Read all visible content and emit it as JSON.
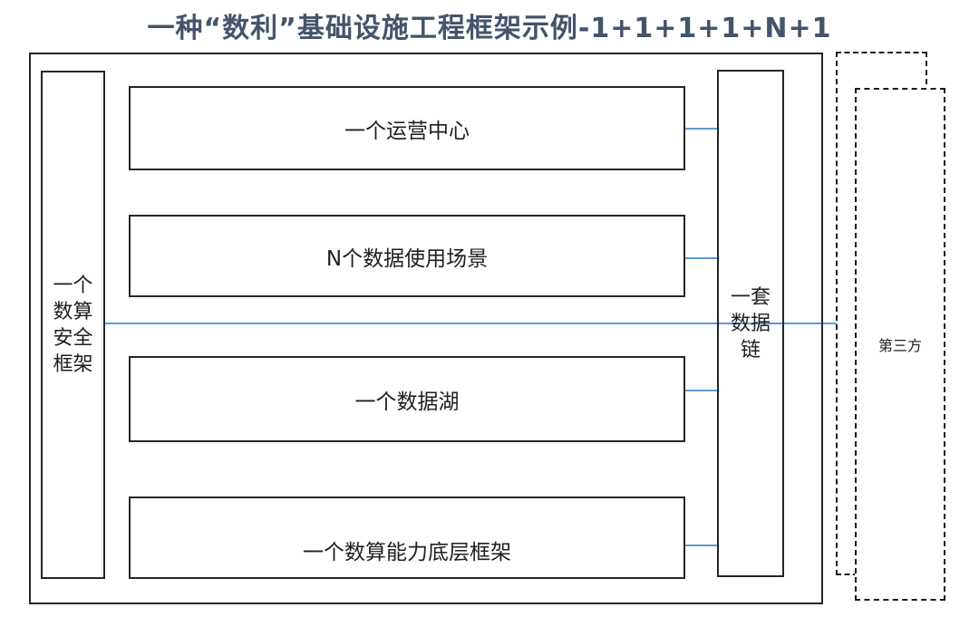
{
  "title": {
    "text": "一种“数利”基础设施工程框架示例-1+1+1+1+N+1"
  },
  "colors": {
    "title_text": "#44546a",
    "box_border": "#262626",
    "box_text": "#1f1f1f",
    "connector_blue": "#5b9bd5",
    "background": "#ffffff"
  },
  "left_panel": {
    "label": "一个\n数算\n安全\n框架"
  },
  "middle_boxes": [
    {
      "label": "一个运营中心"
    },
    {
      "label": "N个数据使用场景"
    },
    {
      "label": "一个数据湖"
    },
    {
      "label": "一个数算能力底层框架"
    }
  ],
  "right_panel": {
    "label": "一套\n数据\n链"
  },
  "third_party": {
    "label": "第三方"
  },
  "links": [
    {
      "from": "一个运营中心",
      "to": "一套数据链"
    },
    {
      "from": "N个数据使用场景",
      "to": "一套数据链"
    },
    {
      "from": "一个数据湖",
      "to": "一套数据链"
    },
    {
      "from": "一个数算能力底层框架",
      "to": "一套数据链"
    },
    {
      "from": "一个数算安全框架",
      "to": "第三方",
      "through": "一套数据链"
    }
  ]
}
